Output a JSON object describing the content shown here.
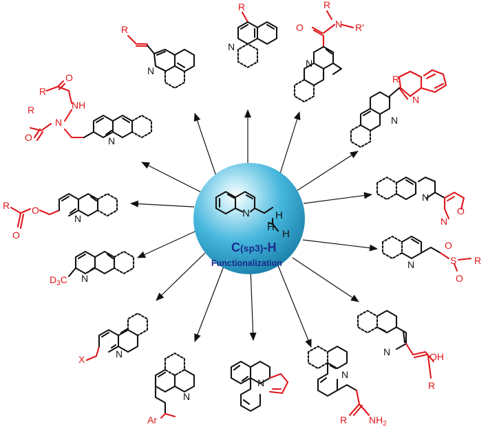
{
  "colors": {
    "substituent": "#e0161b",
    "scaffold": "#111111",
    "sphere": "#2aa6cf",
    "center_text": "#1a2a8c"
  },
  "center": {
    "heading_main": "C",
    "heading_sub": "(sp3)",
    "heading_tail": "-H",
    "subtitle": "Functionalization",
    "n_label": "N",
    "h_label": "H"
  },
  "products": [
    {
      "id": "alkenyl",
      "labels": [
        "R",
        "N"
      ]
    },
    {
      "id": "alkyl",
      "labels": [
        "R",
        "N"
      ]
    },
    {
      "id": "amide",
      "labels": [
        "R",
        "N",
        "R'",
        "O",
        "N"
      ]
    },
    {
      "id": "benzazole",
      "labels": [
        "R",
        "N",
        "N"
      ]
    },
    {
      "id": "hydrazine",
      "labels": [
        "O",
        "R",
        "NH",
        "R",
        "N",
        "O",
        "N"
      ]
    },
    {
      "id": "isoxazole",
      "labels": [
        "N",
        "O",
        "N"
      ]
    },
    {
      "id": "ester",
      "labels": [
        "R",
        "O",
        "O",
        "N"
      ]
    },
    {
      "id": "sulfone",
      "labels": [
        "N",
        "S",
        "O",
        "O",
        "R"
      ]
    },
    {
      "id": "deuterated",
      "labels": [
        "D",
        "3",
        "C",
        "N"
      ]
    },
    {
      "id": "halide",
      "labels": [
        "X",
        "N"
      ]
    },
    {
      "id": "enol",
      "labels": [
        "N",
        "OH",
        "R"
      ]
    },
    {
      "id": "aryl",
      "labels": [
        "N",
        "Ar"
      ]
    },
    {
      "id": "indolizine",
      "labels": [
        "N"
      ]
    },
    {
      "id": "enamine",
      "labels": [
        "N",
        "R",
        "NH",
        "2"
      ]
    }
  ]
}
